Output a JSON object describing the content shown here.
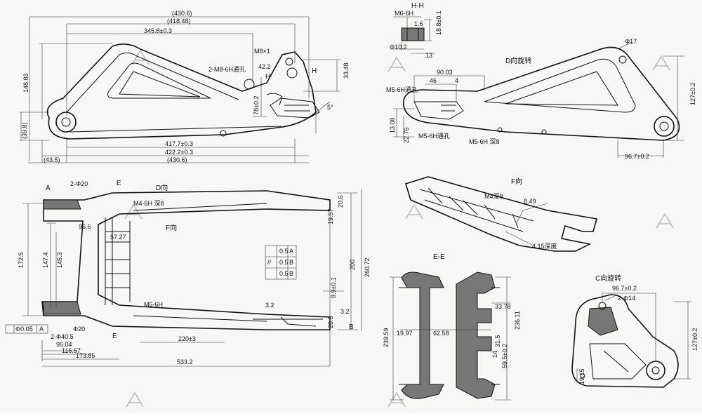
{
  "views": {
    "top_left": {
      "dims": [
        "(430.6)",
        "(418.48)",
        "345.8±0.3",
        "148.83",
        "(39.8)",
        "2-M8-6H通孔",
        "M8×1",
        "42.2",
        "33.48",
        "H",
        "H",
        "78±0.2",
        "5°",
        "417.7±0.3",
        "422.2±0.3",
        "(430.6)",
        "(43.5)"
      ]
    },
    "section_hh": {
      "title": "H-H",
      "dims": [
        "M6-6H",
        "18.8±0.1",
        "Φ10.2",
        "13",
        "1.6"
      ]
    },
    "top_right": {
      "title": "D向旋转",
      "dims": [
        "Φ17",
        "127±0.2",
        "90.03",
        "46",
        "4",
        "M5-6H通孔",
        "13.08",
        "22.76",
        "M5-6H通孔",
        "M5-6H 深8",
        "96.7±0.2"
      ]
    },
    "middle_left": {
      "dims": [
        "A",
        "2-Φ20",
        "E",
        "D向",
        "M4-6H 深8",
        "96.6",
        "57.27",
        "F向",
        "172.5",
        "147.4",
        "145.3",
        "M5-6H",
        "E",
        "2-Φ40.5",
        "95.04",
        "116.57",
        "173.85",
        "220±3",
        "533.2",
        "20.6",
        "19.57",
        "260.72",
        "200",
        "8.9±0.1",
        "3.2",
        "3.2",
        "20.8",
        "B",
        "Φ0.05",
        "A",
        "Φ20"
      ],
      "tol_table": [
        "0.5",
        "A",
        "//",
        "0.5",
        "B",
        "0.5",
        "B"
      ]
    },
    "detail_f": {
      "title": "F向",
      "dims": [
        "M4深8",
        "8.49",
        "4.15深度"
      ]
    },
    "section_ee": {
      "title": "E-E",
      "dims": [
        "239.59",
        "19.97",
        "62.58",
        "33.78",
        "236.11",
        "31.5",
        "59.5±0.2",
        "14"
      ]
    },
    "detail_c": {
      "title": "C向旋转",
      "dims": [
        "96.7±0.2",
        "2-Φ14",
        "127±0.2",
        "19.15"
      ]
    }
  },
  "colors": {
    "ink": "#111111",
    "paper": "#f7f7f5",
    "watermark": "#bbbbbb"
  }
}
